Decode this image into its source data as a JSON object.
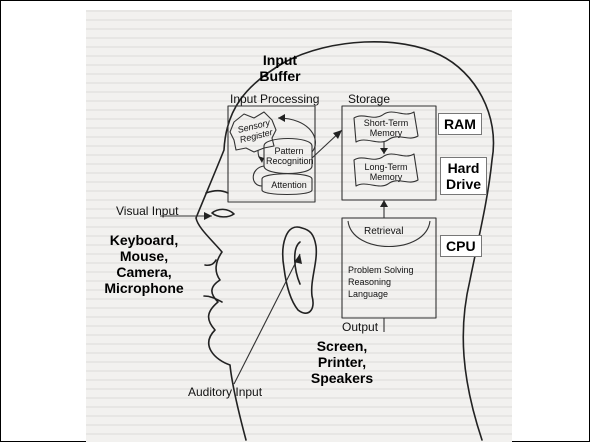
{
  "diagram": {
    "sections": {
      "input_processing": "Input Processing",
      "storage": "Storage",
      "output": "Output"
    },
    "nodes": {
      "sensory_register": "Sensory\nRegister",
      "pattern_recognition": "Pattern\nRecognition",
      "attention": "Attention",
      "short_term_memory": "Short-Term\nMemory",
      "long_term_memory": "Long-Term\nMemory",
      "retrieval": "Retrieval",
      "output_functions": "Problem Solving\nReasoning\nLanguage"
    },
    "inputs": {
      "visual": "Visual Input",
      "auditory": "Auditory Input"
    }
  },
  "annotations": {
    "input_buffer": "Input\nBuffer",
    "ram": "RAM",
    "hard_drive": "Hard\nDrive",
    "cpu": "CPU",
    "input_devices": "Keyboard,\nMouse,\nCamera,\nMicrophone",
    "output_devices": "Screen,\nPrinter,\nSpeakers"
  }
}
